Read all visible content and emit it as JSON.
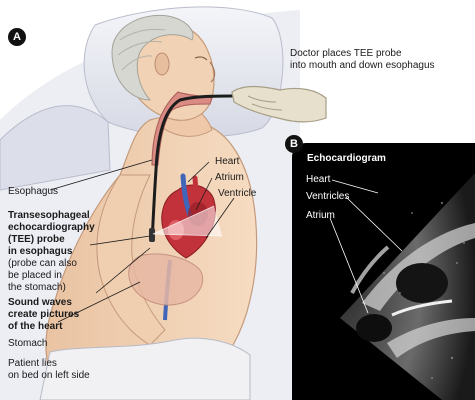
{
  "panel_a": {
    "badge": "A",
    "caption": [
      "Doctor places TEE probe",
      "into mouth and down esophagus"
    ],
    "labels": {
      "heart": "Heart",
      "atrium": "Atrium",
      "ventricle": "Ventricle",
      "esophagus": "Esophagus",
      "tee_title": [
        "Transesophageal",
        "echocardiography",
        "(TEE) probe",
        "in esophagus"
      ],
      "tee_note": [
        "(probe can also",
        "be placed in",
        "the stomach)"
      ],
      "sound": [
        "Sound waves",
        "create pictures",
        "of the heart"
      ],
      "stomach": "Stomach",
      "patient": [
        "Patient lies",
        "on bed on left side"
      ]
    }
  },
  "panel_b": {
    "badge": "B",
    "title": "Echocardiogram",
    "labels": {
      "heart": "Heart",
      "ventricles": "Ventricles",
      "atrium": "Atrium"
    }
  },
  "colors": {
    "skin": "#f2d2b4",
    "bed": "#e4e6ee",
    "glove": "#e7e0cc",
    "heart_red": "#c2323b",
    "vessel_blue": "#3f66b8",
    "echo_bg": "#000000"
  }
}
